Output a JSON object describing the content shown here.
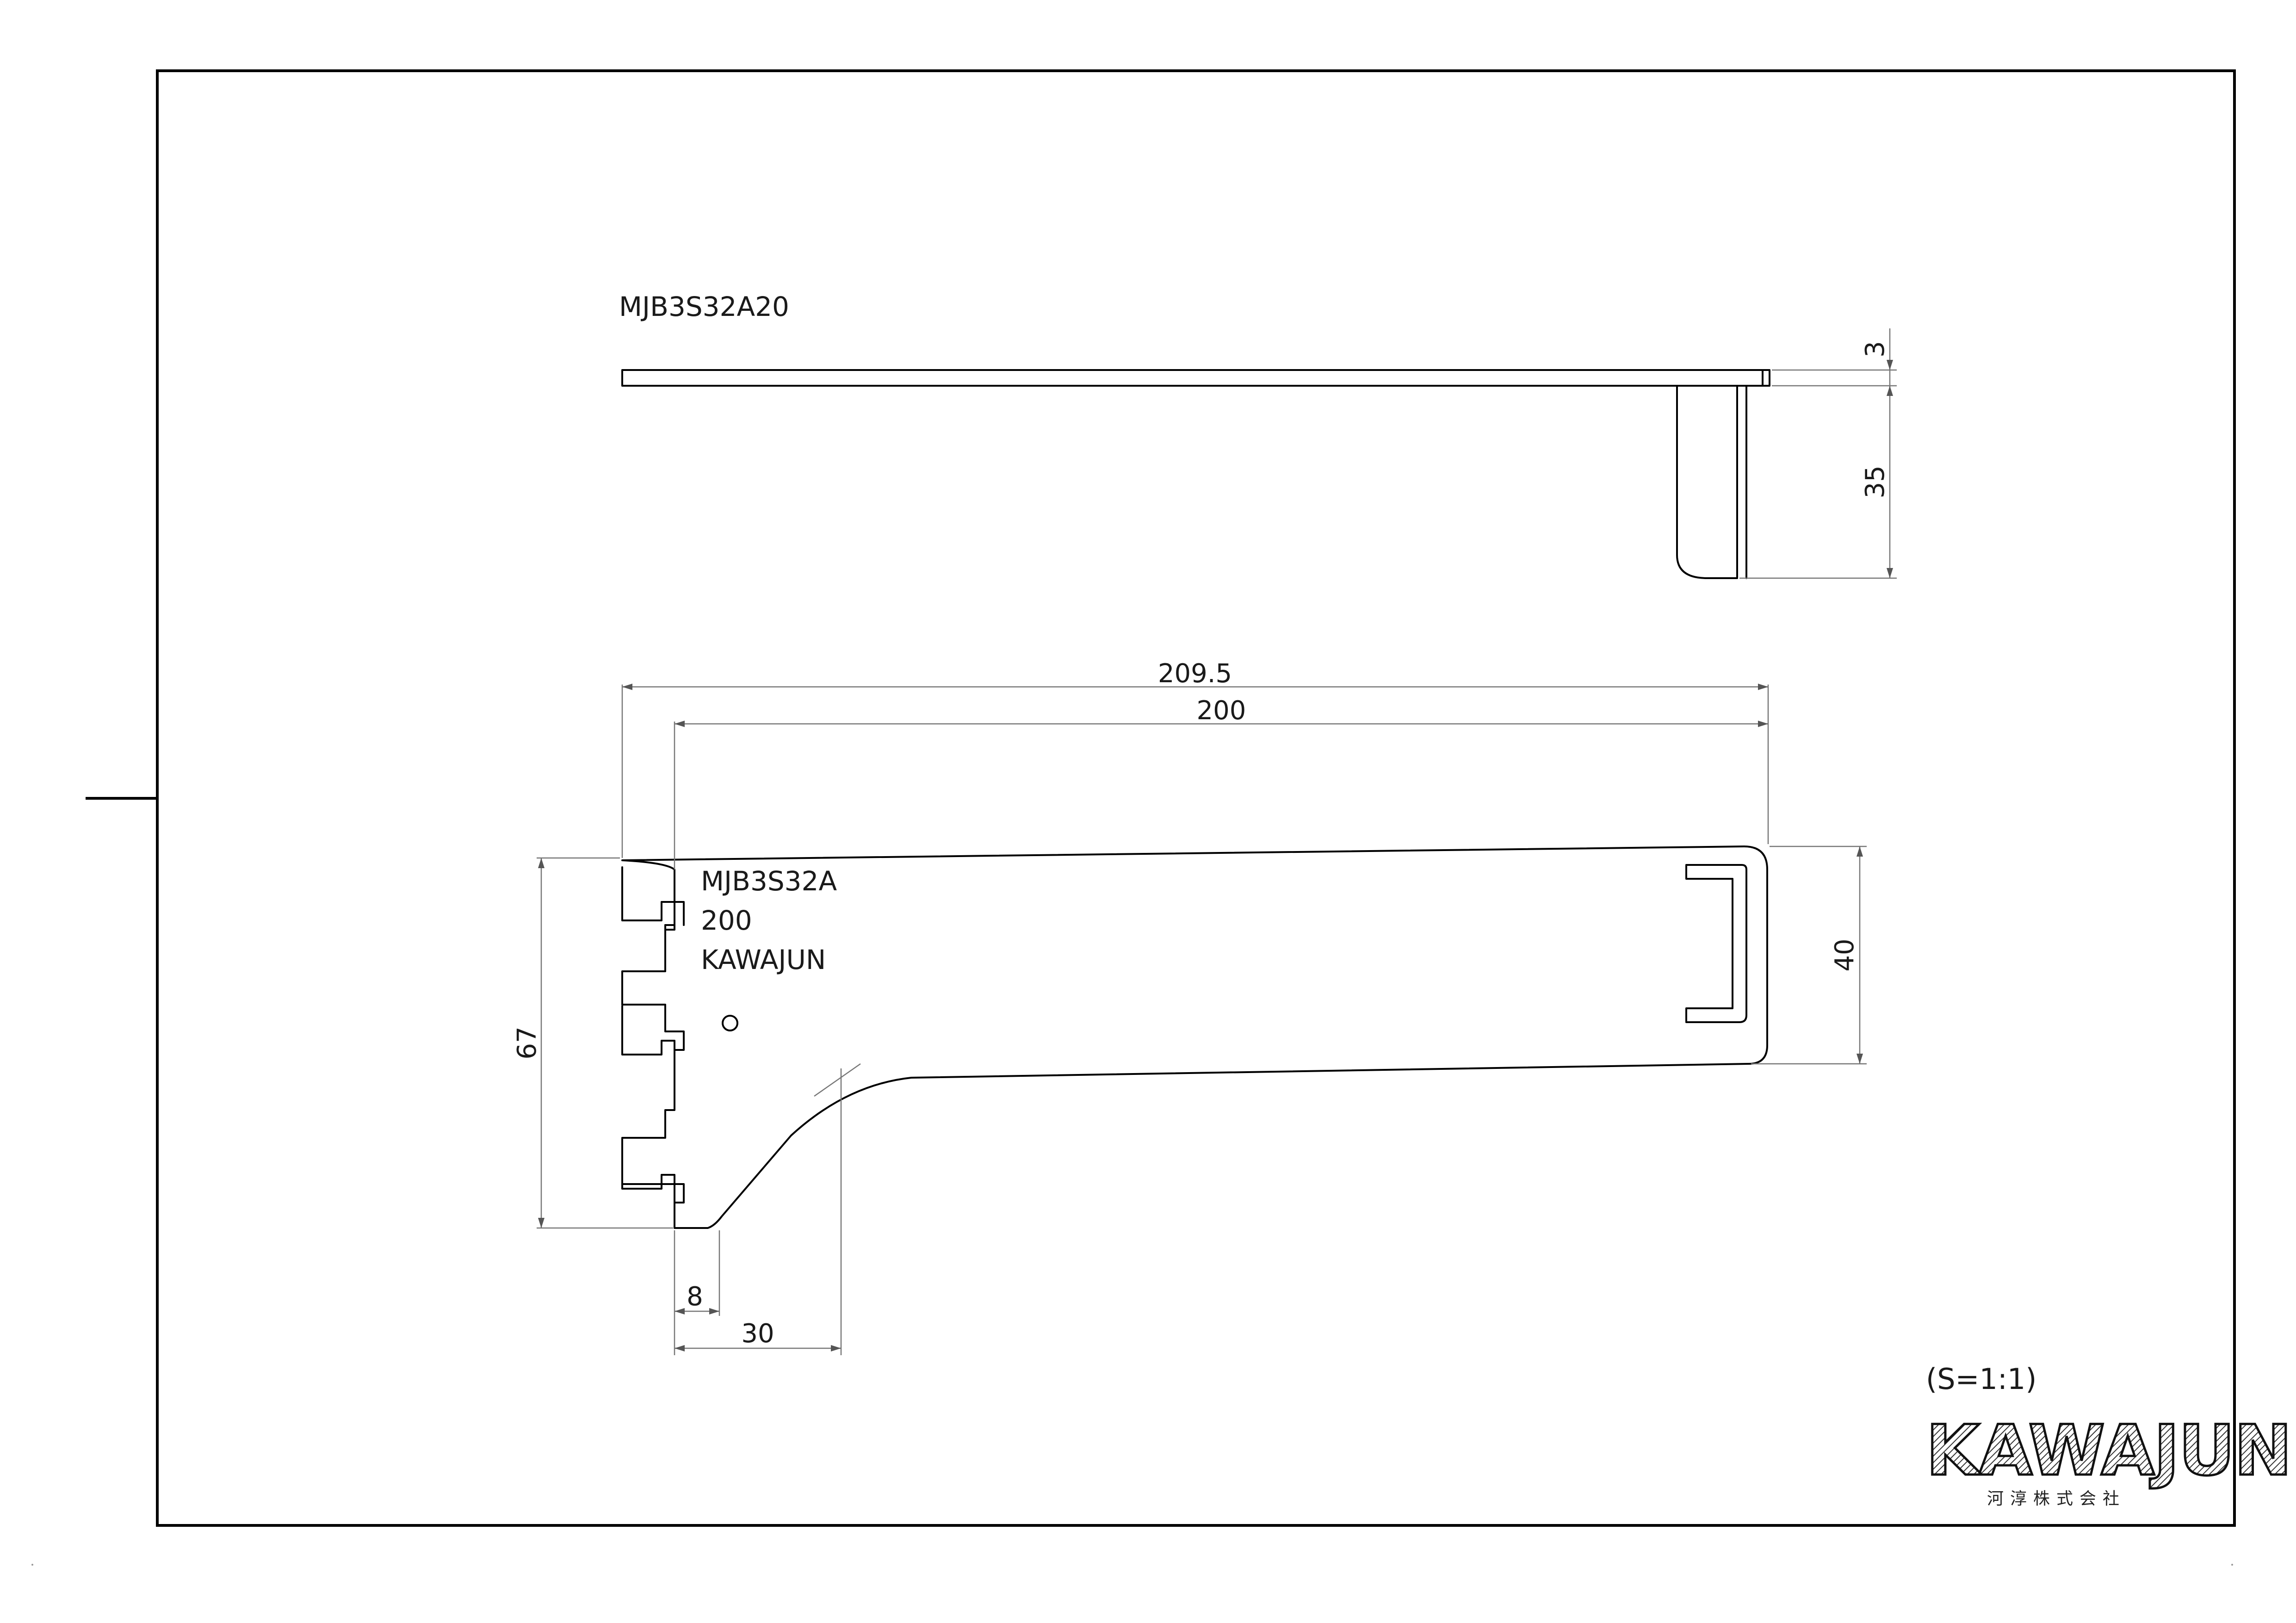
{
  "top_view": {
    "label": "MJB3S32A20"
  },
  "front_view": {
    "stamp": [
      "MJB3S32A",
      "200",
      "KAWAJUN"
    ]
  },
  "dimensions": {
    "top_thickness": "3",
    "top_height": "35",
    "total_length": "209.5",
    "length": "200",
    "height": "67",
    "tip_height": "40",
    "notch_width": "8",
    "curve_width": "30"
  },
  "scale_note": "(S=1:1)",
  "logo": {
    "name": "KAWAJUN",
    "subtitle": "河淳株式会社"
  }
}
